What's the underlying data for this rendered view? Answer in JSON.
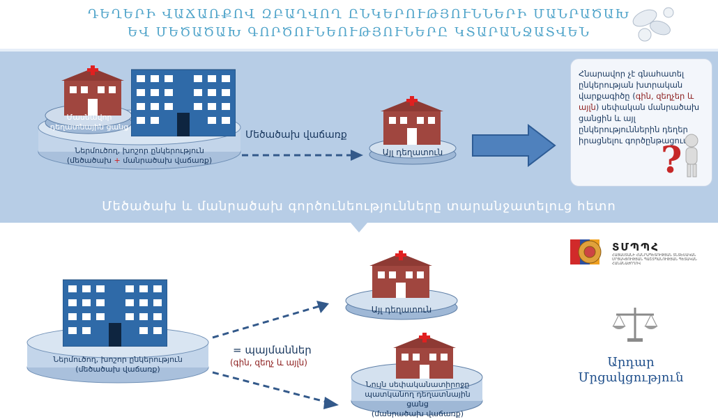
{
  "header": {
    "line1": "ԴԵՂԵՐԻ ՎԱՃԱՌՔՈՎ ԶԲԱՂՎՈՂ ԸՆԿԵՐՈՒԹՅՈՒՆՆԵՐԻ ՄԱՆՐԱԾԱԽ",
    "line2": "ԵՎ ՄԵԾԱԾԱԽ ԳՈՐԾՈՒՆԵՈՒԹՅՈՒՆԵՐԸ ԿՏԱՐԱՆՋԱՏՎԵՆ"
  },
  "top_section": {
    "private_pharmacy_label": "Մասնավոր դեղատնային ցանց",
    "importer_label_line1": "Ներմուծող, խոշոր ընկերություն",
    "importer_label_line2_a": "(մեծածախ",
    "importer_label_plus": "+",
    "importer_label_line2_b": "մանրածախ վաճառք)",
    "wholesale_arrow_label": "Մեծածախ վաճառք",
    "other_pharmacy_label": "Այլ դեղատուն",
    "callout_a": "Հնարավոր չէ գնահատել ընկերության խտրական վարքագիծը (",
    "callout_red": "գին, զեղչեր և այլն",
    "callout_b": ") սեփական մանրածախ ցանցին և այլ ընկերություններին դեղեր իրացնելու գործընթացում:"
  },
  "caption": "Մեծածախ և մանրածախ գործունեությունները տարանջատելուց հետո",
  "bottom_section": {
    "importer_label_line1": "Ներմուծող, խոշոր ընկերություն",
    "importer_label_line2": "(մեծածախ վաճառք)",
    "equals_label": "= պայմաններ",
    "conditions_label": "(գին, զեղչ և այլն)",
    "other_pharmacy_label": "Այլ դեղատուն",
    "same_owner_line1": "Նույն սեփականատիրոջը",
    "same_owner_line2": "պատկանող դեղատնային ցանց",
    "same_owner_line3": "(մանրածախ վաճառք)"
  },
  "logo": {
    "abbr": "ՏՄՊՊՀ",
    "subtitle": "ՀԱՅԱՍՏԱՆԻ ՀԱՆՐԱՊԵՏՈՒԹՅԱՆ ՏՆՏԵՍԱԿԱՆ ՄՐՑԱԿՑՈՒԹՅԱՆ ՊԱՇՏՊԱՆՈՒԹՅԱՆ ՊԵՏԱԿԱՆ ՀԱՆՁՆԱԺՈՂՈՎ"
  },
  "fair_competition": {
    "line1": "Արդար",
    "line2": "Մրցակցություն"
  },
  "colors": {
    "band": "#b7cde6",
    "navy": "#17365d",
    "brick": "#a0463f",
    "building_blue": "#2f6aa8"
  }
}
